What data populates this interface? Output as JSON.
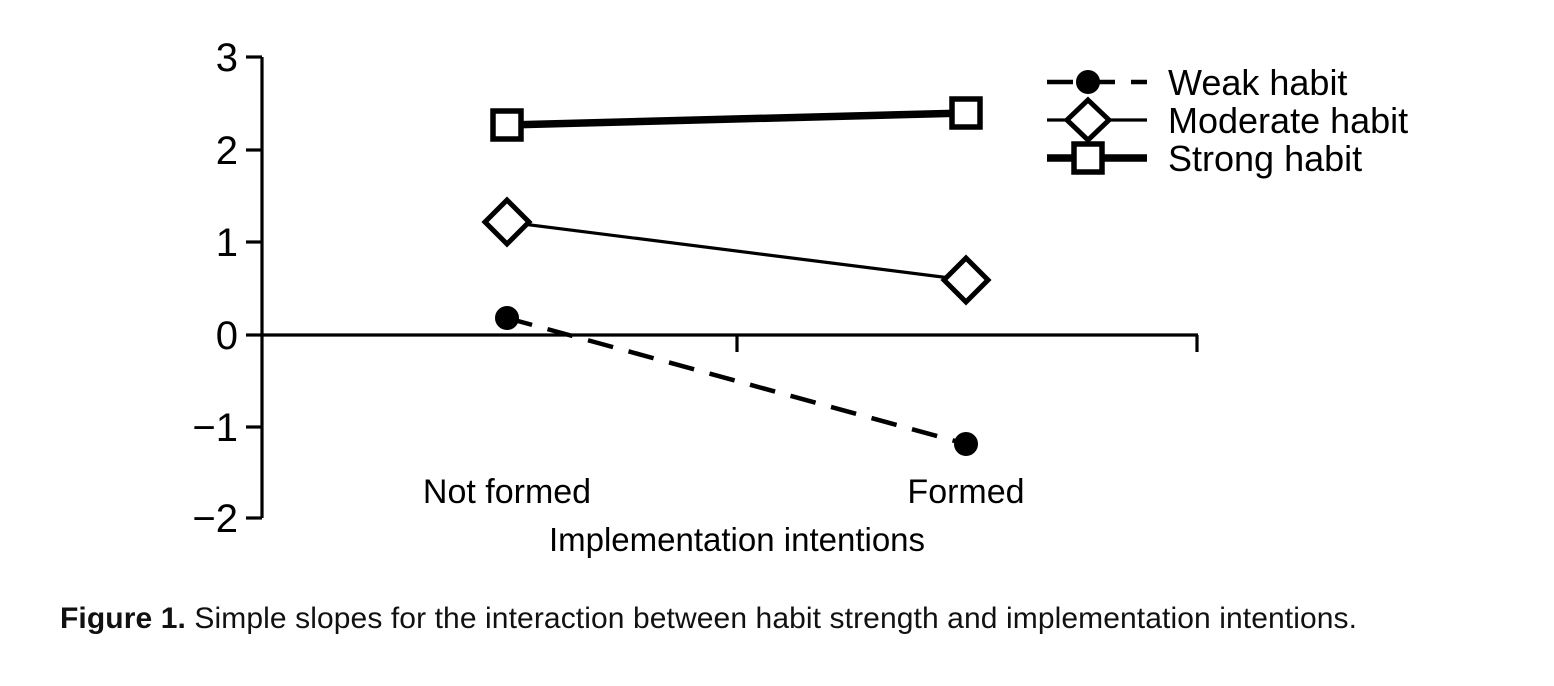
{
  "chart_data": {
    "type": "line",
    "title": "",
    "xlabel": "Implementation intentions",
    "ylabel": "",
    "categories": [
      "Not formed",
      "Formed"
    ],
    "ylim": [
      -2,
      3
    ],
    "yticks": [
      3,
      2,
      1,
      0,
      -1,
      -2
    ],
    "ytick_labels": [
      "3",
      "2",
      "1",
      "0",
      "−1",
      "−2"
    ],
    "grid": false,
    "legend_position": "top-right",
    "series": [
      {
        "name": "Weak habit",
        "values": [
          0.18,
          -1.18
        ],
        "line_style": "dashed",
        "line_width": "thin",
        "marker": "filled-circle"
      },
      {
        "name": "Moderate habit",
        "values": [
          1.22,
          0.6
        ],
        "line_style": "solid",
        "line_width": "thin",
        "marker": "open-diamond"
      },
      {
        "name": "Strong habit",
        "values": [
          2.28,
          2.38
        ],
        "line_style": "solid",
        "line_width": "thick",
        "marker": "open-square"
      }
    ]
  },
  "axis": {
    "y_tick_3": "3",
    "y_tick_2": "2",
    "y_tick_1": "1",
    "y_tick_0": "0",
    "y_tick_m1": "−1",
    "y_tick_m2": "−2",
    "x_cat_left": "Not formed",
    "x_cat_right": "Formed",
    "x_title": "Implementation intentions"
  },
  "legend": {
    "items": [
      {
        "label": "Weak habit",
        "marker": "filled-circle-icon"
      },
      {
        "label": "Moderate habit",
        "marker": "open-diamond-icon"
      },
      {
        "label": "Strong habit",
        "marker": "open-square-icon"
      }
    ]
  },
  "caption": {
    "label": "Figure 1.",
    "text": " Simple slopes for the interaction between habit strength and implementation intentions."
  }
}
